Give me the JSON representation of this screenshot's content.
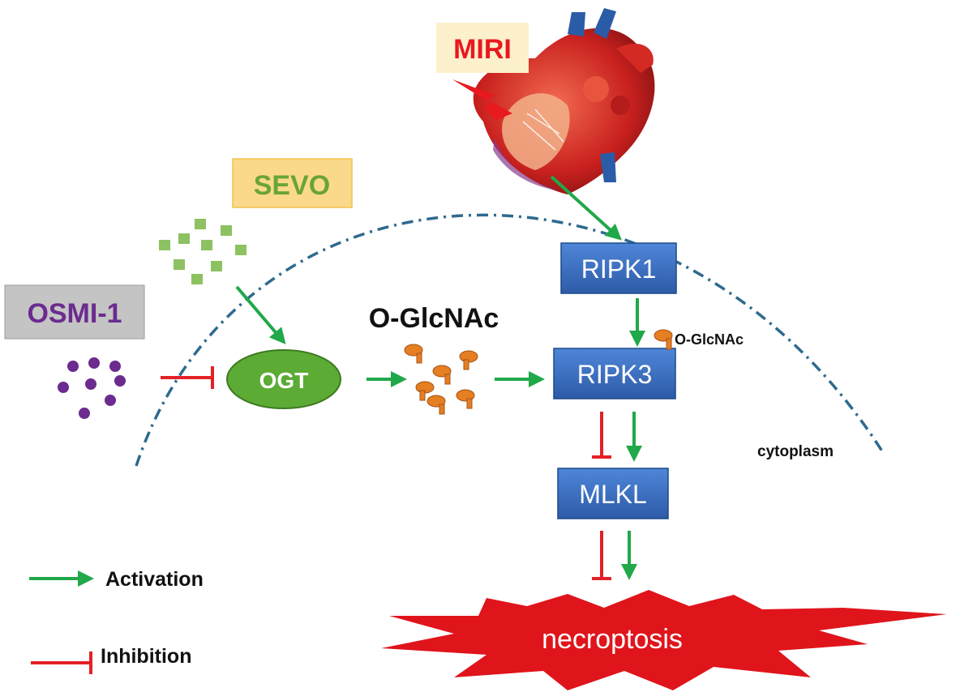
{
  "labels": {
    "miri": "MIRI",
    "sevo": "SEVO",
    "osmi": "OSMI-1",
    "ogt": "OGT",
    "oglcnac_main": "O-GlcNAc",
    "oglcnac_small": "O-GlcNAc",
    "ripk1": "RIPK1",
    "ripk3": "RIPK3",
    "mlkl": "MLKL",
    "cytoplasm": "cytoplasm",
    "necroptosis": "necroptosis"
  },
  "legend": {
    "activation": "Activation",
    "inhibition": "Inhibition"
  },
  "colors": {
    "activation": "#21a84a",
    "inhibition": "#e32126",
    "protein_box": "#3a6fc4",
    "ogt_fill": "#5cab34",
    "miri_text": "#e8191f",
    "miri_box": "#fdf0cc",
    "sevo_text": "#6aa534",
    "sevo_box": "#fbd98b",
    "osmi_text": "#6b2b8f",
    "osmi_box": "#c4c4c4",
    "osmi_dots": "#6b2b8f",
    "sevo_squares": "#8dc161",
    "oglcnac_glyph": "#e67e22",
    "membrane": "#2e6a8e",
    "burst": "#e0141b"
  },
  "icons": [
    "heart-illustration",
    "lightning-bolt-icon",
    "oglcnac-glyph-icon"
  ]
}
